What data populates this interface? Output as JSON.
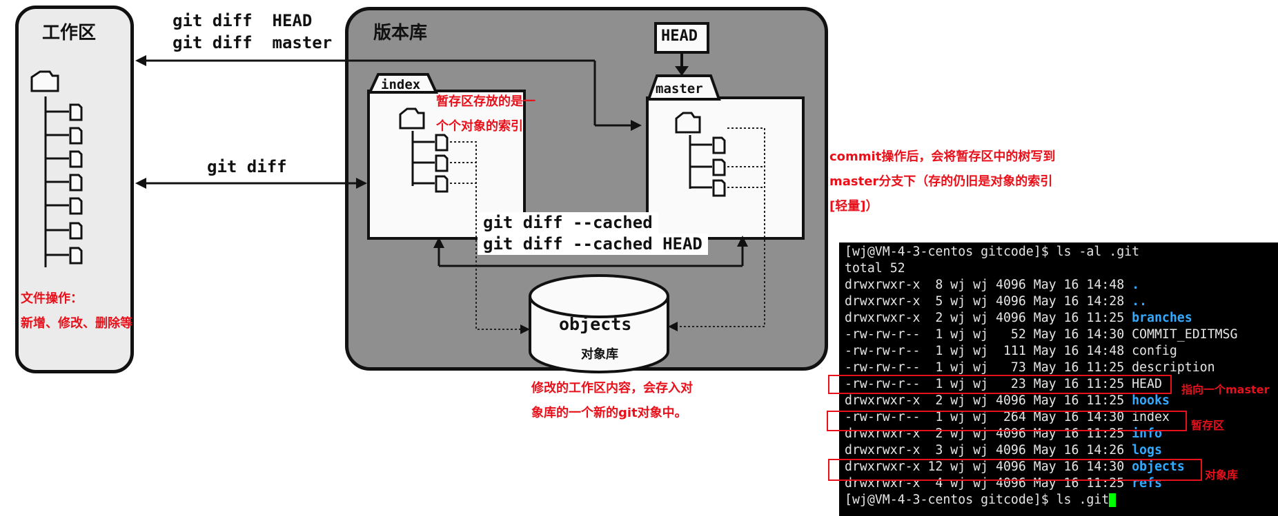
{
  "workspace": {
    "title": "工作区",
    "note_line1": "文件操作：",
    "note_line2": "新增、修改、删除等"
  },
  "repo": {
    "title": "版本库",
    "head_label": "HEAD",
    "index_label": "index",
    "master_label": "master",
    "objects_label": "objects",
    "objects_caption": "对象库"
  },
  "commands": {
    "diff_head_1": "git diff  HEAD",
    "diff_head_2": "git diff  master",
    "diff": "git diff",
    "cached_1": "git diff --cached",
    "cached_2": "git diff --cached HEAD"
  },
  "notes": {
    "index_note_1": "暂存区存放的是一",
    "index_note_2": "个个对象的索引",
    "commit_note_1": "commit操作后，会将暂存区中的树写到",
    "commit_note_2": "master分支下（存的仍旧是对象的索引",
    "commit_note_3": "[轻量]）",
    "objects_note_1": "修改的工作区内容，会存入对",
    "objects_note_2": "象库的一个新的git对象中。",
    "head_pointer": "指向一个master",
    "index_pointer": "暂存区",
    "objects_pointer": "对象库"
  },
  "terminal": {
    "lines": [
      {
        "text": "[wj@VM-4-3-centos gitcode]$ ls -al .git",
        "name": ""
      },
      {
        "text": "total 52",
        "name": ""
      },
      {
        "text": "drwxrwxr-x  8 wj wj 4096 May 16 14:48 ",
        "name": "."
      },
      {
        "text": "drwxrwxr-x  5 wj wj 4096 May 16 14:28 ",
        "name": ".."
      },
      {
        "text": "drwxrwxr-x  2 wj wj 4096 May 16 11:25 ",
        "name": "branches"
      },
      {
        "text": "-rw-rw-r--  1 wj wj   52 May 16 14:30 COMMIT_EDITMSG",
        "name": ""
      },
      {
        "text": "-rw-rw-r--  1 wj wj  111 May 16 14:48 config",
        "name": ""
      },
      {
        "text": "-rw-rw-r--  1 wj wj   73 May 16 11:25 description",
        "name": ""
      },
      {
        "text": "-rw-rw-r--  1 wj wj   23 May 16 11:25 HEAD",
        "name": ""
      },
      {
        "text": "drwxrwxr-x  2 wj wj 4096 May 16 11:25 ",
        "name": "hooks"
      },
      {
        "text": "-rw-rw-r--  1 wj wj  264 May 16 14:30 index",
        "name": ""
      },
      {
        "text": "drwxrwxr-x  2 wj wj 4096 May 16 11:25 ",
        "name": "info"
      },
      {
        "text": "drwxrwxr-x  3 wj wj 4096 May 16 14:26 ",
        "name": "logs"
      },
      {
        "text": "drwxrwxr-x 12 wj wj 4096 May 16 14:30 ",
        "name": "objects"
      },
      {
        "text": "drwxrwxr-x  4 wj wj 4096 May 16 11:25 ",
        "name": "refs"
      },
      {
        "text": "[wj@VM-4-3-centos gitcode]$ ls .git",
        "name": ""
      }
    ],
    "dir_color": "#33aaff",
    "cursor_color": "#00ff00"
  },
  "colors": {
    "accent_red": "#e8101a",
    "repo_bg": "#8f8f8f",
    "workspace_bg": "#ebebeb"
  }
}
